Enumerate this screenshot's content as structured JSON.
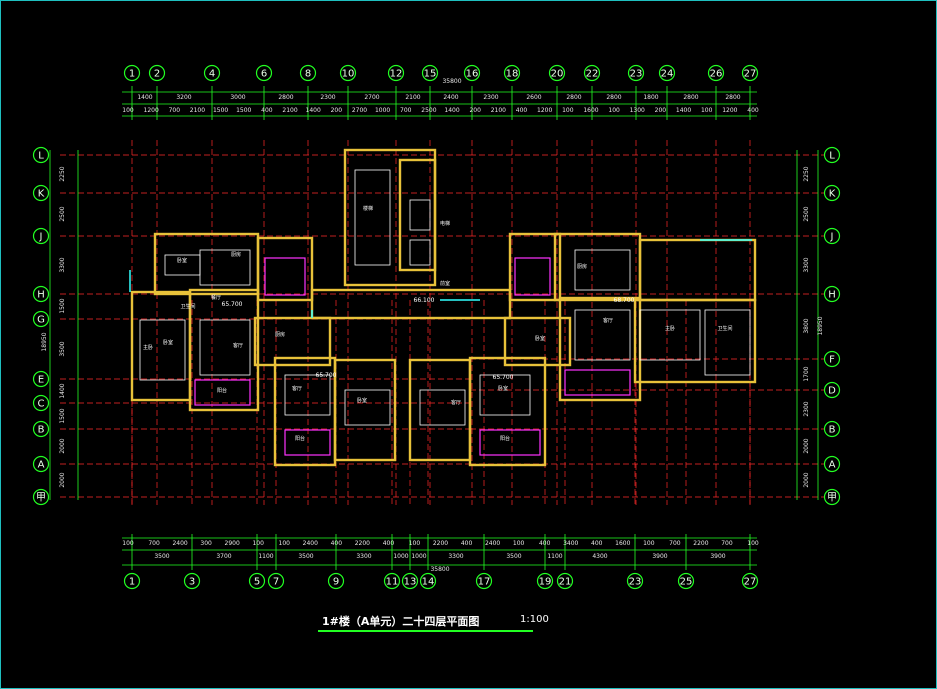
{
  "drawing": {
    "title": "1#楼（A单元）二十四层平面图",
    "scale": "1:100"
  },
  "axes": {
    "top_numbers": [
      "1",
      "2",
      "4",
      "6",
      "8",
      "10",
      "12",
      "15",
      "16",
      "18",
      "20",
      "22",
      "23",
      "24",
      "26",
      "27"
    ],
    "bottom_numbers": [
      "1",
      "3",
      "5",
      "7",
      "9",
      "11",
      "13",
      "14",
      "17",
      "19",
      "21",
      "23",
      "25",
      "27"
    ],
    "left_letters": [
      "L",
      "K",
      "J",
      "H",
      "G",
      "E",
      "C",
      "B",
      "A",
      "甲"
    ],
    "right_letters": [
      "L",
      "K",
      "J",
      "H",
      "F",
      "D",
      "B",
      "A",
      "甲"
    ]
  },
  "dimensions": {
    "top_total": "35800",
    "top_row1": [
      "1400",
      "3200",
      "3000",
      "2800",
      "2300",
      "2700",
      "2100",
      "2400",
      "2300",
      "2600",
      "2800",
      "2800",
      "1800",
      "2800",
      "2800"
    ],
    "top_row2": [
      "100",
      "1200",
      "700",
      "2100",
      "1500",
      "1500",
      "400",
      "2100",
      "1400",
      "200",
      "2700",
      "1000",
      "700",
      "2500",
      "1400",
      "200",
      "2100",
      "400",
      "1200",
      "100",
      "1600",
      "100",
      "1300",
      "200",
      "1400",
      "100",
      "1200",
      "400"
    ],
    "bottom_total": "35800",
    "bottom_row1": [
      "100",
      "700",
      "2400",
      "300",
      "2900",
      "100",
      "100",
      "2400",
      "400",
      "2200",
      "400",
      "100",
      "2200",
      "400",
      "2400",
      "100",
      "400",
      "3400",
      "400",
      "1600",
      "100",
      "700",
      "2200",
      "700",
      "100"
    ],
    "bottom_row2": [
      "3500",
      "3700",
      "1100",
      "3500",
      "3300",
      "1000",
      "1000",
      "3300",
      "3500",
      "1100",
      "4300",
      "3900",
      "3900"
    ],
    "left": [
      "2250",
      "2500",
      "3300",
      "1500",
      "3500",
      "1400",
      "1500",
      "2000",
      "2000"
    ],
    "left_total": "18950",
    "right": [
      "2250",
      "2500",
      "3300",
      "3800",
      "1700",
      "2300",
      "2000",
      "2000"
    ],
    "right_total": "18950"
  },
  "elevations": [
    "65.700",
    "66.100",
    "68.700",
    "65.700",
    "65.700"
  ],
  "room_labels": [
    "客厅",
    "卧室",
    "卧室",
    "厨房",
    "餐厅",
    "主卧",
    "阳台",
    "卫生间",
    "客厅",
    "卧室",
    "厨房",
    "阳台",
    "客厅",
    "卧室",
    "卧室",
    "阳台",
    "厨房",
    "客厅",
    "主卧",
    "卫生间",
    "前室",
    "电梯",
    "楼梯"
  ]
}
